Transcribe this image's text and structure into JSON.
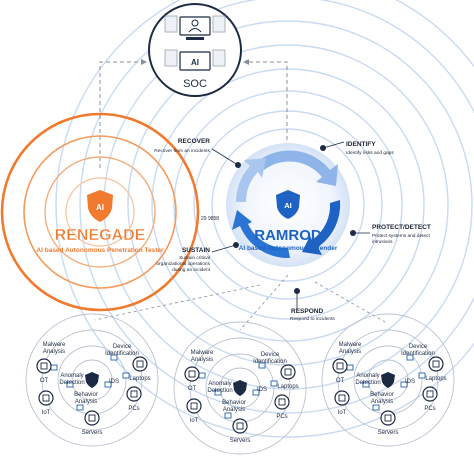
{
  "soc": {
    "label": "SOC",
    "device_label": "AI"
  },
  "renegade": {
    "title": "RENEGADE",
    "subtitle": "AI based Autonomous Penetration Tester",
    "badge": "AI",
    "color": "#f07a2e"
  },
  "ramrod": {
    "title": "RAMROD",
    "subtitle": "AI based Autonomous Defender",
    "badge": "AI",
    "color": "#1e63c3"
  },
  "side_label": "29 9858",
  "phases": {
    "recover": {
      "title": "RECOVER",
      "desc": [
        "Recover from an incidents"
      ]
    },
    "identify": {
      "title": "IDENTIFY",
      "desc": [
        "Identify risks and gaps"
      ]
    },
    "protect": {
      "title": "PROTECT/DETECT",
      "desc": [
        "Protect systems and detect",
        "intrusions"
      ]
    },
    "respond": {
      "title": "RESPOND",
      "desc": [
        "Respond to incidents"
      ]
    },
    "sustain": {
      "title": "SUSTAIN",
      "desc": [
        "Sustain critical",
        "organizational operations",
        "during an incident"
      ]
    }
  },
  "network_modules": [
    {
      "malware": [
        "Malware",
        "Analysis"
      ],
      "device_id": [
        "Device",
        "Identification"
      ],
      "anomaly": [
        "Anomaly",
        "Detection"
      ],
      "behavior": [
        "Behavior",
        "Analysis"
      ],
      "ot": "OT",
      "ids": "IDS",
      "laptops": "Laptops",
      "iot": "IoT",
      "pcs": "PCs",
      "servers": "Servers"
    },
    {
      "malware": [
        "Malware",
        "Analysis"
      ],
      "device_id": [
        "Device",
        "Identification"
      ],
      "anomaly": [
        "Anomaly",
        "Detection"
      ],
      "behavior": [
        "Behavior",
        "Analysis"
      ],
      "ot": "OT",
      "ids": "IDS",
      "laptops": "Laptops",
      "iot": "IoT",
      "pcs": "PCs",
      "servers": "Servers"
    },
    {
      "malware": [
        "Malware",
        "Analysis"
      ],
      "device_id": [
        "Device",
        "Identification"
      ],
      "anomaly": [
        "Anomaly",
        "Detection"
      ],
      "behavior": [
        "Behavior",
        "Analysis"
      ],
      "ot": "OT",
      "ids": "IDS",
      "laptops": "Laptops",
      "iot": "IoT",
      "pcs": "PCs",
      "servers": "Servers"
    }
  ],
  "colors": {
    "ramrod_dark": "#1246a6",
    "ramrod_light": "#8fb4ea",
    "ring_blue": "#c9daf2",
    "orange": "#f07a2e",
    "dash": "#8a8f99"
  }
}
